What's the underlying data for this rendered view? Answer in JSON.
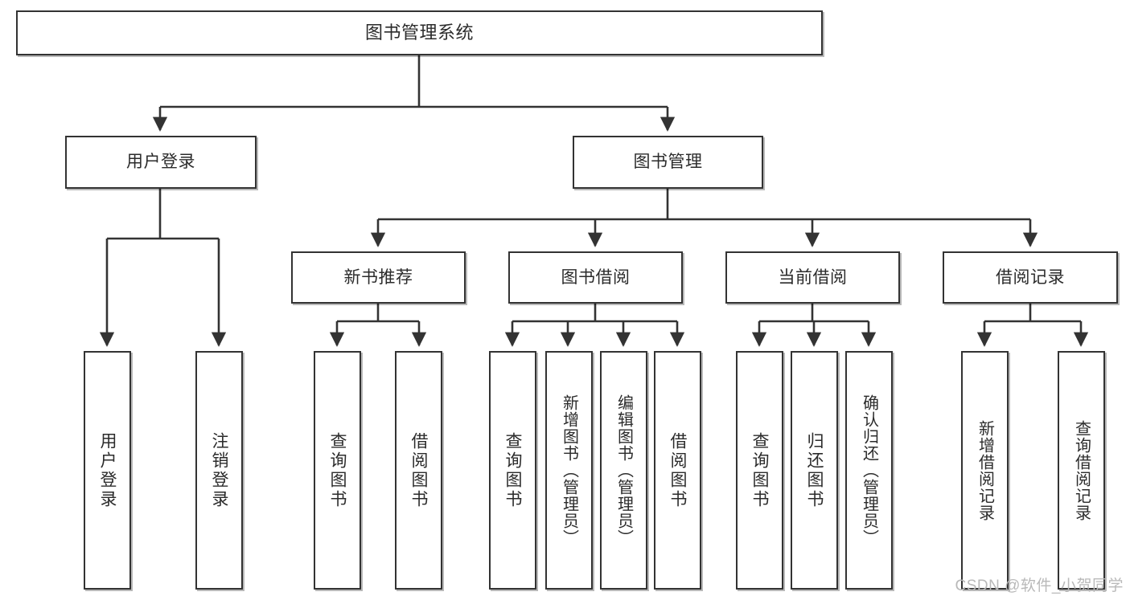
{
  "diagram": {
    "title": "图书管理系统",
    "watermark": "CSDN @软件_小贺同学",
    "stroke_color": "#333333",
    "text_color": "#2b2b2b",
    "background": "#ffffff",
    "watermark_color": "#b9b9b9"
  },
  "nodes": {
    "root": {
      "label": "图书管理系统"
    },
    "level1": [
      {
        "label": "用户登录"
      },
      {
        "label": "图书管理"
      }
    ],
    "level2": [
      {
        "label": "新书推荐"
      },
      {
        "label": "图书借阅"
      },
      {
        "label": "当前借阅"
      },
      {
        "label": "借阅记录"
      }
    ],
    "leaves": {
      "user_login": [
        {
          "label": "用户登录"
        },
        {
          "label": "注销登录"
        }
      ],
      "new_book": [
        {
          "label": "查询图书"
        },
        {
          "label": "借阅图书"
        }
      ],
      "book_borrow": [
        {
          "label": "查询图书"
        },
        {
          "label": "新增图书（管理员）"
        },
        {
          "label": "编辑图书（管理员）"
        },
        {
          "label": "借阅图书"
        }
      ],
      "current_borrow": [
        {
          "label": "查询图书"
        },
        {
          "label": "归还图书"
        },
        {
          "label": "确认归还（管理员）"
        }
      ],
      "borrow_record": [
        {
          "label": "新增借阅记录"
        },
        {
          "label": "查询借阅记录"
        }
      ]
    }
  }
}
